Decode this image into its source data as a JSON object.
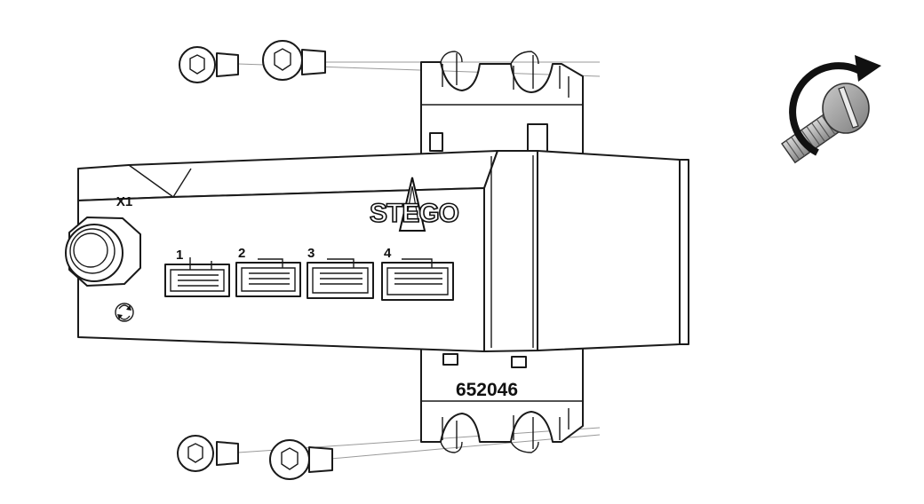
{
  "device": {
    "brand": "STEGO",
    "connector_label": "X1",
    "ports": [
      "1",
      "2",
      "3",
      "4"
    ],
    "part_number": "652046"
  },
  "icons": {
    "rotate_screw": "rotate-clockwise-screw-icon",
    "circular_symbol": "circular-arrows-symbol-icon"
  }
}
